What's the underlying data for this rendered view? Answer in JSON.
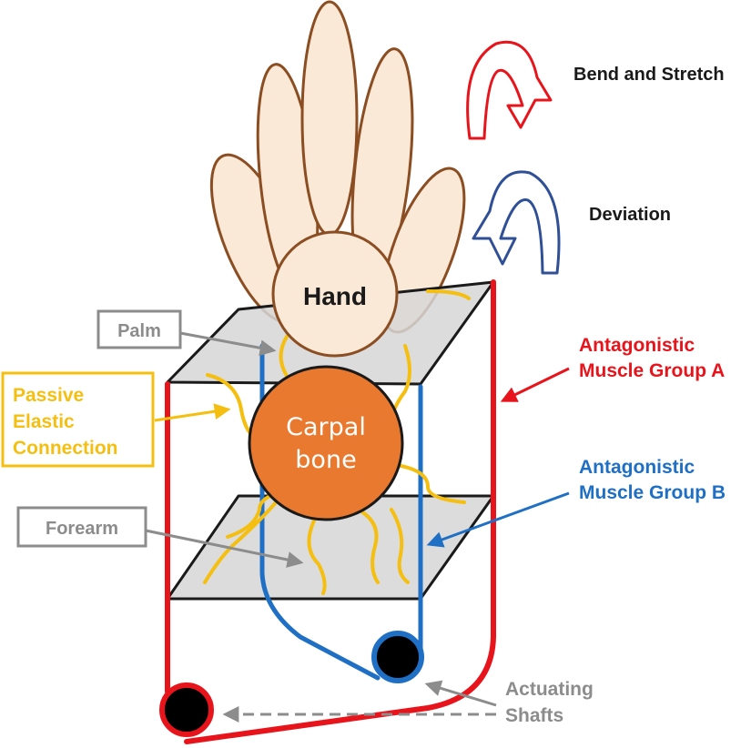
{
  "labels": {
    "hand": "Hand",
    "carpal_line1": "Carpal",
    "carpal_line2": "bone",
    "palm": "Palm",
    "forearm": "Forearm",
    "passive_line1": "Passive",
    "passive_line2": "Elastic",
    "passive_line3": "Connection",
    "group_a_line1": "Antagonistic",
    "group_a_line2": "Muscle Group A",
    "group_b_line1": "Antagonistic",
    "group_b_line2": "Muscle Group B",
    "shafts_line1": "Actuating",
    "shafts_line2": "Shafts",
    "bend_stretch": "Bend and Stretch",
    "deviation": "Deviation"
  },
  "colors": {
    "red": "#e8141b",
    "blue": "#1f6fc4",
    "dark_blue": "#2f4f96",
    "yellow": "#f5bf12",
    "orange": "#e9792e",
    "gray_text": "#8c8c8c",
    "finger_fill": "#fbe9d7",
    "finger_stroke": "#8b4d22",
    "plate_fill": "#d6d6d6"
  }
}
